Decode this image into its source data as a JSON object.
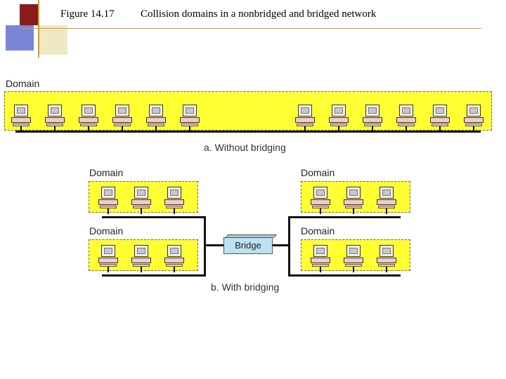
{
  "caption": {
    "figure_number": "Figure 14.17",
    "title": "Collision domains in a nonbridged and bridged network"
  },
  "diagram_a": {
    "domain_label": "Domain",
    "subcaption": "a. Without bridging",
    "computer_count": 12
  },
  "diagram_b": {
    "domain_labels": [
      "Domain",
      "Domain",
      "Domain",
      "Domain"
    ],
    "bridge_label": "Bridge",
    "subcaption": "b. With bridging",
    "computers_per_domain": 3
  },
  "colors": {
    "domain_fill": "#ffff33",
    "bridge_fill": "#bde3f2",
    "accent_dark_red": "#8b1a1a",
    "accent_blue": "#7b85d6",
    "accent_gold": "#c9a227"
  },
  "icons": [
    "computer-icon",
    "bridge-icon"
  ]
}
